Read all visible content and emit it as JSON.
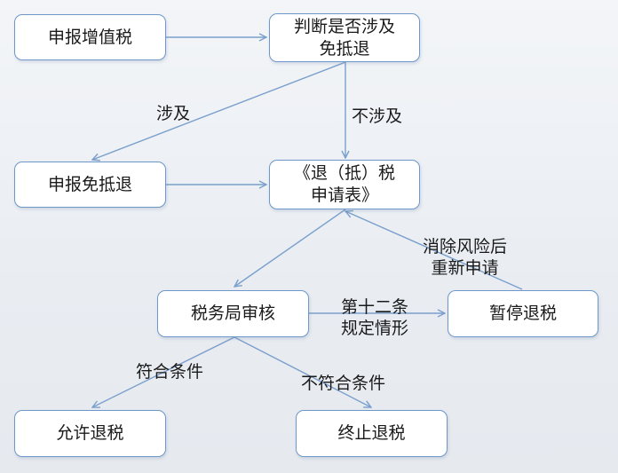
{
  "nodes": {
    "declare_vat": "申报增值税",
    "judge": "判断是否涉及\n免抵退",
    "declare_exempt": "申报免抵退",
    "form": "《退（抵）税\n申请表》",
    "tax_review": "税务局审核",
    "suspend": "暂停退税",
    "allow": "允许退税",
    "terminate": "终止退税"
  },
  "edges": {
    "involves": "涉及",
    "not_involves": "不涉及",
    "reapply": "消除风险后\n重新申请",
    "article12": "第十二条\n规定情形",
    "eligible": "符合条件",
    "ineligible": "不符合条件"
  },
  "colors": {
    "border": "#6e98c9",
    "arrow": "#7a9fcc"
  }
}
